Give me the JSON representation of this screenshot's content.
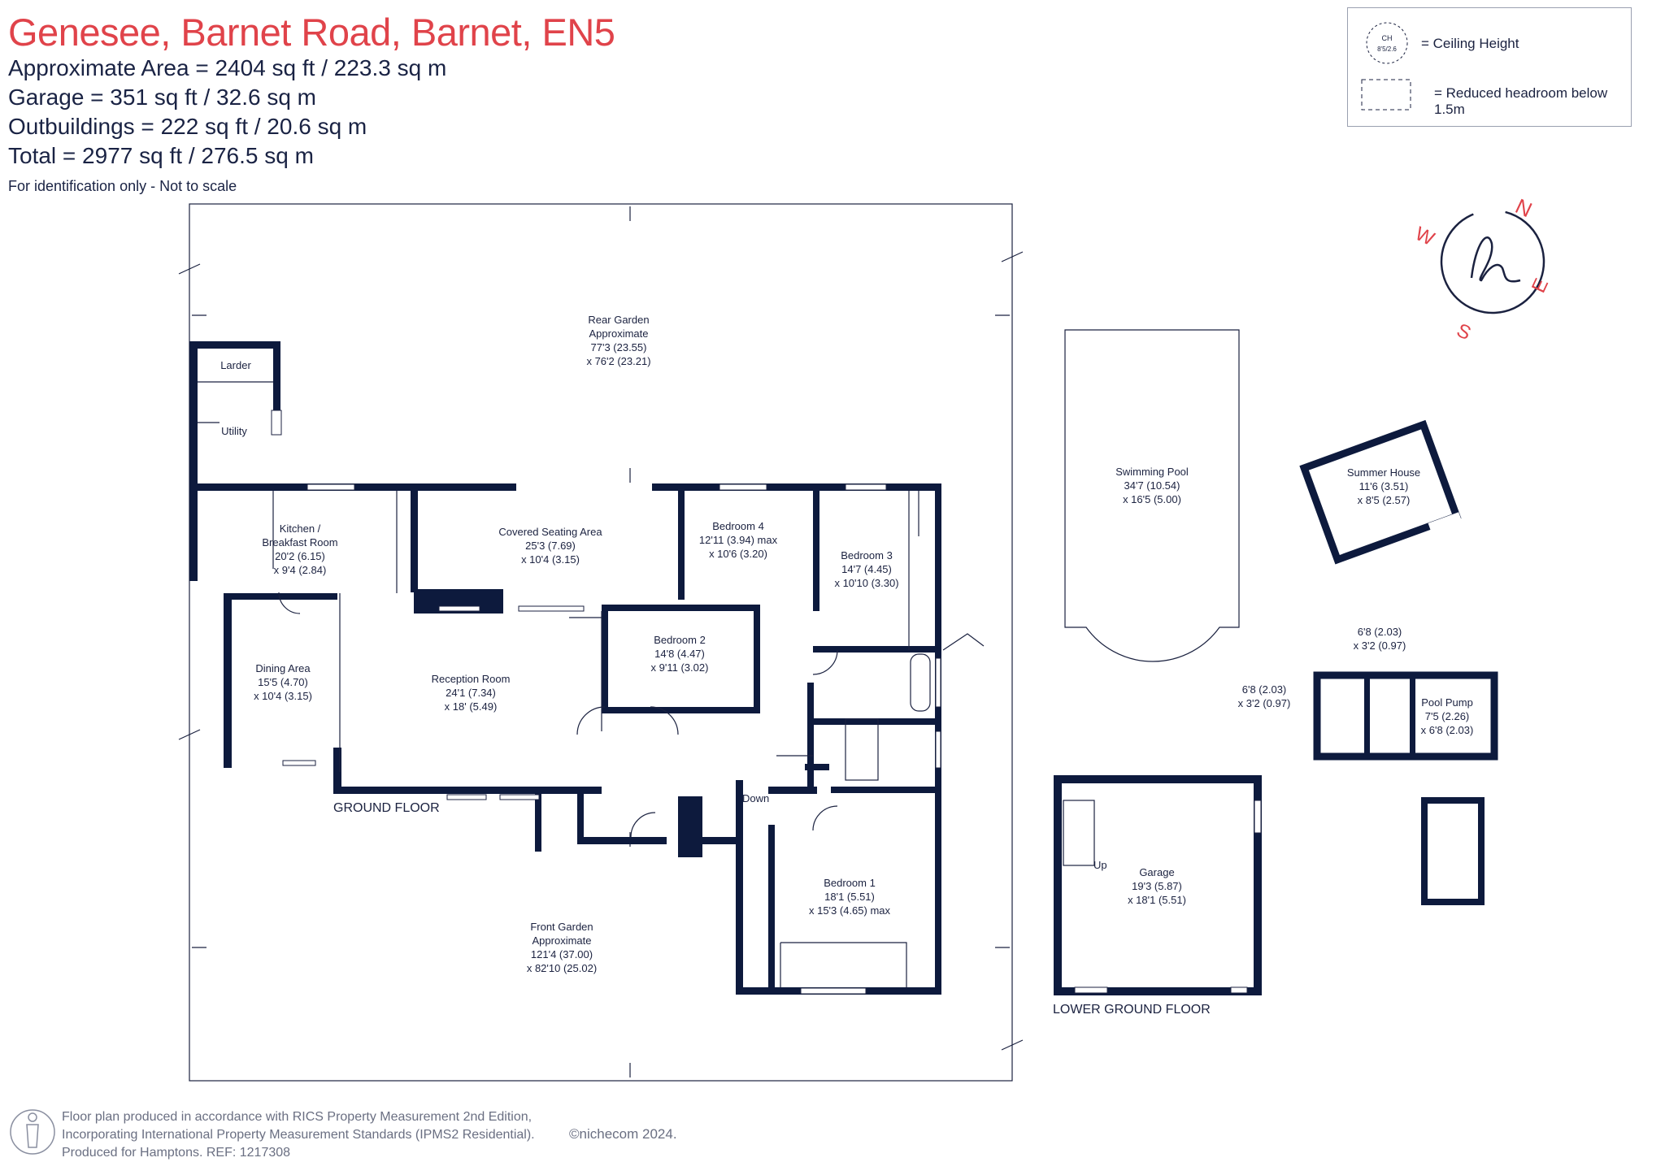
{
  "header": {
    "title": "Genesee, Barnet Road, Barnet, EN5",
    "area_lines": [
      "Approximate Area = 2404 sq ft / 223.3 sq m",
      "Garage = 351 sq ft / 32.6 sq m",
      "Outbuildings = 222 sq ft / 20.6 sq m",
      "Total = 2977 sq ft / 276.5 sq m"
    ],
    "note": "For identification only - Not to scale"
  },
  "legend": {
    "ceiling_symbol_top": "CH",
    "ceiling_symbol_bottom": "8'5/2.6",
    "ceiling_label": "= Ceiling Height",
    "headroom_label": "= Reduced headroom below 1.5m"
  },
  "compass": {
    "n": "N",
    "e": "E",
    "s": "S",
    "w": "W"
  },
  "floors": {
    "ground": "GROUND FLOOR",
    "lower_ground": "LOWER GROUND FLOOR"
  },
  "rooms": {
    "rear_garden": [
      "Rear Garden",
      "Approximate",
      "77'3 (23.55)",
      "x 76'2 (23.21)"
    ],
    "larder": [
      "Larder"
    ],
    "utility": [
      "Utility"
    ],
    "kitchen": [
      "Kitchen /",
      "Breakfast Room",
      "20'2 (6.15)",
      "x 9'4 (2.84)"
    ],
    "covered_seating": [
      "Covered Seating Area",
      "25'3 (7.69)",
      "x 10'4 (3.15)"
    ],
    "bedroom4": [
      "Bedroom 4",
      "12'11 (3.94) max",
      "x 10'6 (3.20)"
    ],
    "bedroom3": [
      "Bedroom 3",
      "14'7 (4.45)",
      "x 10'10 (3.30)"
    ],
    "dining": [
      "Dining Area",
      "15'5 (4.70)",
      "x 10'4 (3.15)"
    ],
    "reception": [
      "Reception Room",
      "24'1 (7.34)",
      "x 18' (5.49)"
    ],
    "bedroom2": [
      "Bedroom 2",
      "14'8 (4.47)",
      "x 9'11 (3.02)"
    ],
    "bedroom1": [
      "Bedroom 1",
      "18'1 (5.51)",
      "x 15'3 (4.65) max"
    ],
    "front_garden": [
      "Front Garden",
      "Approximate",
      "121'4 (37.00)",
      "x 82'10 (25.02)"
    ],
    "swimming_pool": [
      "Swimming Pool",
      "34'7 (10.54)",
      "x 16'5 (5.00)"
    ],
    "summer_house": [
      "Summer House",
      "11'6 (3.51)",
      "x 8'5 (2.57)"
    ],
    "store_top": [
      "6'8 (2.03)",
      "x 3'2 (0.97)"
    ],
    "store_left": [
      "6'8 (2.03)",
      "x 3'2 (0.97)"
    ],
    "pool_pump": [
      "Pool Pump",
      "7'5 (2.26)",
      "x 6'8 (2.03)"
    ],
    "garage": [
      "Garage",
      "19'3 (5.87)",
      "x 18'1 (5.51)"
    ]
  },
  "stairs": {
    "down": "Down",
    "up": "Up"
  },
  "footer": {
    "lines": [
      "Floor plan produced in accordance with RICS Property Measurement 2nd Edition,",
      "Incorporating International Property Measurement Standards (IPMS2 Residential).",
      "Produced for Hamptons.  REF:  1217308"
    ],
    "copyright": "©nichecom 2024."
  }
}
